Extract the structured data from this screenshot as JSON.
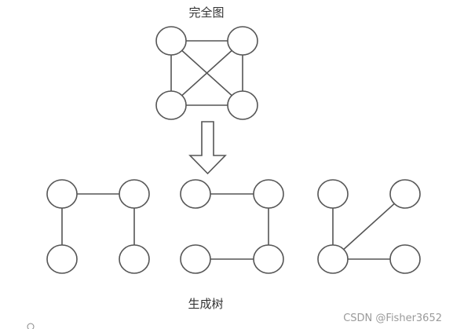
{
  "title": "完全图",
  "caption": "生成树",
  "watermark": "CSDN @Fisher3652"
}
